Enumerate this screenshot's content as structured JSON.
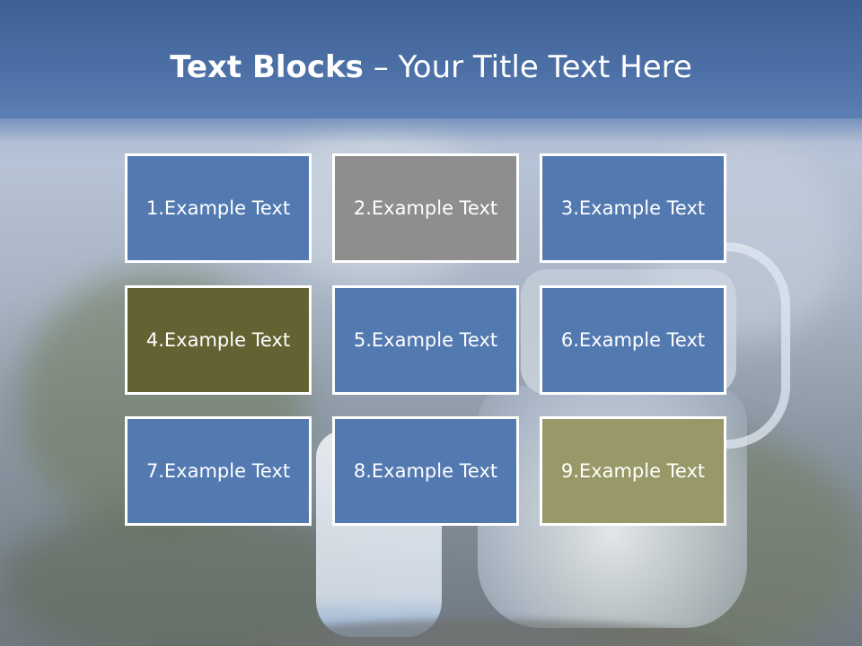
{
  "slide": {
    "title_bold": "Text Blocks",
    "title_dash": " – ",
    "title_rest": "Your Title Text Here"
  },
  "blocks": [
    {
      "label": "1.Example Text",
      "color": "#5379b1"
    },
    {
      "label": "2.Example Text",
      "color": "#8e8e8e"
    },
    {
      "label": "3.Example Text",
      "color": "#5379b1"
    },
    {
      "label": "4.Example Text",
      "color": "#646232"
    },
    {
      "label": "5.Example Text",
      "color": "#5379b1"
    },
    {
      "label": "6.Example Text",
      "color": "#5379b1"
    },
    {
      "label": "7.Example Text",
      "color": "#5379b1"
    },
    {
      "label": "8.Example Text",
      "color": "#5379b1"
    },
    {
      "label": "9.Example Text",
      "color": "#999868"
    }
  ],
  "colors": {
    "header": "#4b6fa5",
    "block_border": "#ffffff",
    "text": "#ffffff"
  }
}
